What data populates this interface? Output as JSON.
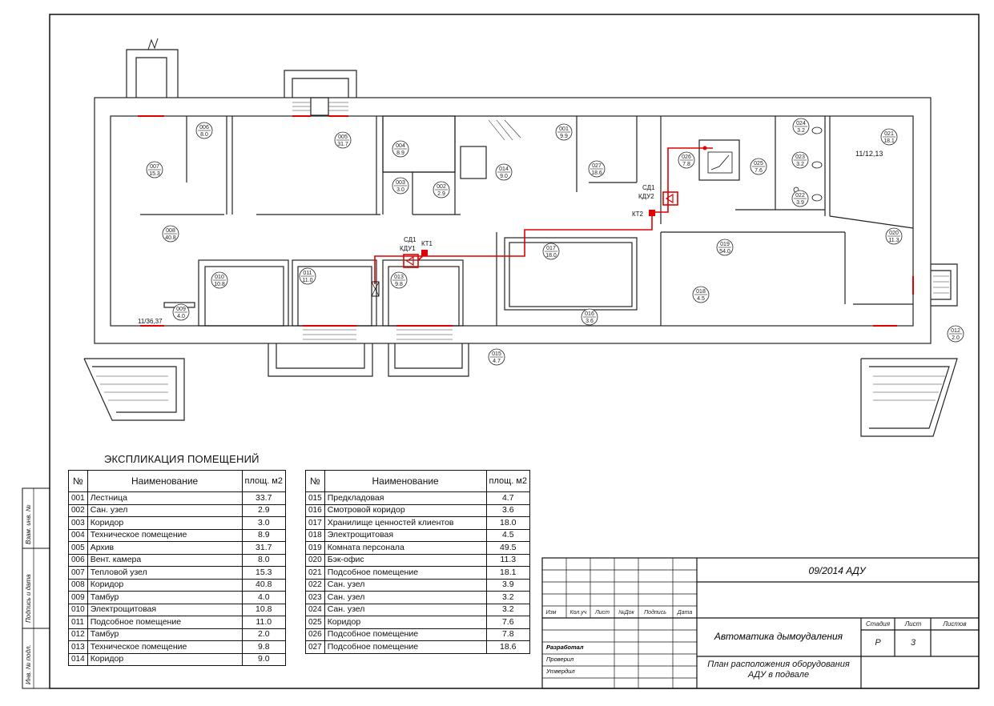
{
  "project_code": "09/2014 АДУ",
  "system_title": "Автоматика дымоудаления",
  "sheet_title": "План расположения оборудования АДУ в подвале",
  "stamp": {
    "headers": [
      "Изм",
      "Кол.уч",
      "Лист",
      "№Док",
      "Подпись",
      "Дата"
    ],
    "roles": [
      "Разработал",
      "Проверил",
      "Утвердил"
    ],
    "stage_label": "Стадия",
    "sheet_label": "Лист",
    "sheets_label": "Листов",
    "stage": "Р",
    "sheet": "3"
  },
  "side_labels": [
    "Взам. инв. №",
    "Подпись и дата",
    "Инв. № подл."
  ],
  "explication": {
    "title": "ЭКСПЛИКАЦИЯ ПОМЕЩЕНИЙ",
    "col_no": "№",
    "col_name": "Наименование",
    "col_area": "площ. м2",
    "rows_left": [
      [
        "001",
        "Лестница",
        "33.7"
      ],
      [
        "002",
        "Сан. узел",
        "2.9"
      ],
      [
        "003",
        "Коридор",
        "3.0"
      ],
      [
        "004",
        "Техническое помещение",
        "8.9"
      ],
      [
        "005",
        "Архив",
        "31.7"
      ],
      [
        "006",
        "Вент. камера",
        "8.0"
      ],
      [
        "007",
        "Тепловой узел",
        "15.3"
      ],
      [
        "008",
        "Коридор",
        "40.8"
      ],
      [
        "009",
        "Тамбур",
        "4.0"
      ],
      [
        "010",
        "Электрощитовая",
        "10.8"
      ],
      [
        "011",
        "Подсобное помещение",
        "11.0"
      ],
      [
        "012",
        "Тамбур",
        "2.0"
      ],
      [
        "013",
        "Техническое помещение",
        "9.8"
      ],
      [
        "014",
        "Коридор",
        "9.0"
      ]
    ],
    "rows_right": [
      [
        "015",
        "Предкладовая",
        "4.7"
      ],
      [
        "016",
        "Смотровой коридор",
        "3.6"
      ],
      [
        "017",
        "Хранилище ценностей клиентов",
        "18.0"
      ],
      [
        "018",
        "Электрощитовая",
        "4.5"
      ],
      [
        "019",
        "Комната персонала",
        "49.5"
      ],
      [
        "020",
        "Бэк-офис",
        "11.3"
      ],
      [
        "021",
        "Подсобное помещение",
        "18.1"
      ],
      [
        "022",
        "Сан. узел",
        "3.9"
      ],
      [
        "023",
        "Сан. узел",
        "3.2"
      ],
      [
        "024",
        "Сан. узел",
        "3.2"
      ],
      [
        "025",
        "Коридор",
        "7.6"
      ],
      [
        "026",
        "Подсобное помещение",
        "7.8"
      ],
      [
        "027",
        "Подсобное помещение",
        "18.6"
      ]
    ]
  },
  "plan": {
    "room_tags": [
      [
        "006",
        "8.0"
      ],
      [
        "005",
        "31.7"
      ],
      [
        "007",
        "15.3"
      ],
      [
        "004",
        "8.9"
      ],
      [
        "003",
        "3.0"
      ],
      [
        "002",
        "2.9"
      ],
      [
        "014",
        "9.0"
      ],
      [
        "001",
        "9.9"
      ],
      [
        "027",
        "18.6"
      ],
      [
        "026",
        "7.8"
      ],
      [
        "025",
        "7.6"
      ],
      [
        "024",
        "3.2"
      ],
      [
        "023",
        "3.2"
      ],
      [
        "022",
        "3.9"
      ],
      [
        "021",
        "18.1"
      ],
      [
        "008",
        "40.8"
      ],
      [
        "010",
        "10.8"
      ],
      [
        "011",
        "11.0"
      ],
      [
        "013",
        "9.8"
      ],
      [
        "009",
        "4.0"
      ],
      [
        "017",
        "18.0"
      ],
      [
        "019",
        "54.0"
      ],
      [
        "020",
        "11.3"
      ],
      [
        "018",
        "4.5"
      ],
      [
        "016",
        "3.6"
      ],
      [
        "015",
        "4.7"
      ],
      [
        "012",
        "2.0"
      ]
    ],
    "labels": {
      "sd1_a": "СД1",
      "kdu1": "КДУ1",
      "kt1": "КТ1",
      "sd1_b": "СД1",
      "kdu2": "КДУ2",
      "kt2": "КТ2",
      "axis_left": "11/36,37",
      "axis_right": "11/12,13"
    }
  }
}
